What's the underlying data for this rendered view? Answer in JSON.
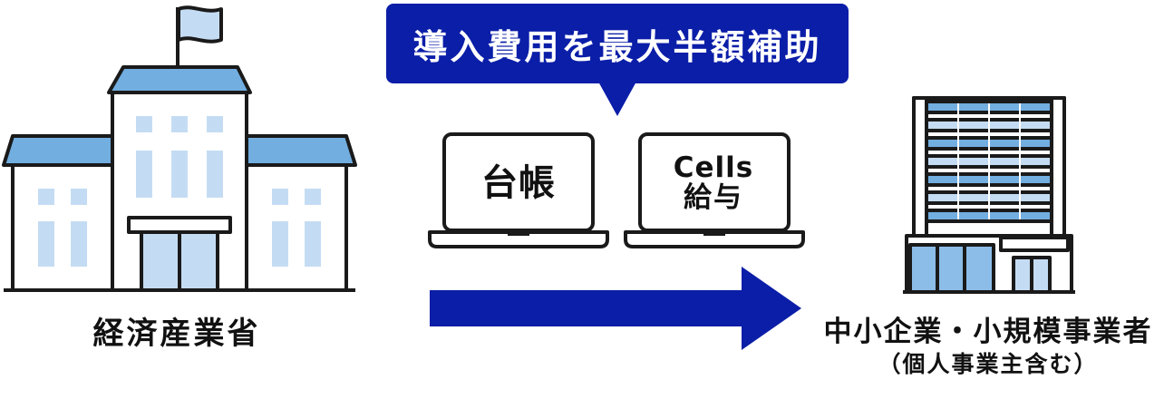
{
  "bubble": {
    "text": "導入費用を最大半額補助",
    "color": "#0b1ea8"
  },
  "laptops": [
    {
      "label": "台帳"
    },
    {
      "line1": "Cells",
      "line2": "給与"
    }
  ],
  "left_entity": {
    "label": "経済産業省",
    "icon": "government-building-icon"
  },
  "right_entity": {
    "label": "中小企業・小規模事業者",
    "sublabel": "（個人事業主含む）",
    "icon": "office-building-icon"
  },
  "arrow": {
    "color": "#0b1ea8",
    "direction": "right"
  },
  "colors": {
    "outline": "#1a1a1a",
    "roof": "#72aee0",
    "window": "#c4dcf3",
    "glass": "#8cbde8"
  }
}
